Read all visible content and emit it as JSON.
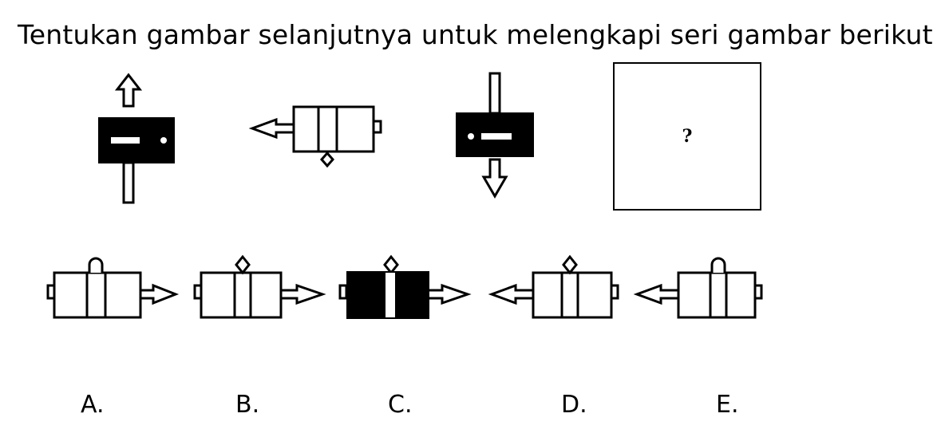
{
  "question": "Tentukan gambar selanjutnya untuk melengkapi seri gambar berikut",
  "unknown_mark": "?",
  "sequence": [
    {
      "body": "black",
      "arrow": "up",
      "knob": "right"
    },
    {
      "body": "white",
      "arrow": "left",
      "knob": "diamond-bottom"
    },
    {
      "body": "black",
      "arrow": "down",
      "knob": "left"
    }
  ],
  "options": [
    {
      "label": "A.",
      "body": "white",
      "arrow": "right",
      "knob": "circle-top"
    },
    {
      "label": "B.",
      "body": "white",
      "arrow": "right",
      "knob": "diamond-top"
    },
    {
      "label": "C.",
      "body": "black",
      "arrow": "right",
      "knob": "diamond-top"
    },
    {
      "label": "D.",
      "body": "white",
      "arrow": "left",
      "knob": "diamond-top"
    },
    {
      "label": "E.",
      "body": "white",
      "arrow": "left",
      "knob": "circle-top"
    }
  ],
  "colors": {
    "ink": "#000000",
    "background": "#ffffff"
  }
}
